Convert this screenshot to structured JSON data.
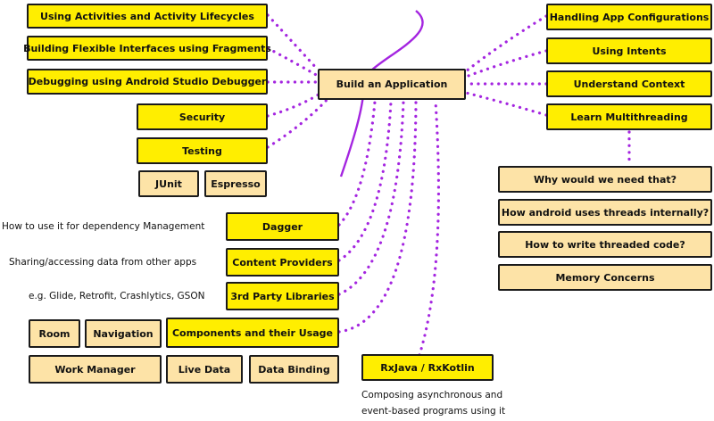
{
  "diagram": {
    "center": "Build an Application",
    "left_topics": {
      "activities": "Using Activities and Activity Lifecycles",
      "fragments": "Building Flexible Interfaces using Fragments",
      "debugging": "Debugging using Android Studio Debugger",
      "security": "Security",
      "testing": "Testing",
      "junit": "JUnit",
      "espresso": "Espresso"
    },
    "right_topics": {
      "configurations": "Handling App Configurations",
      "intents": "Using Intents",
      "context": "Understand Context",
      "multithreading": "Learn Multithreading"
    },
    "multithreading_subtopics": [
      "Why would we need that?",
      "How android uses threads internally?",
      "How to write threaded code?",
      "Memory Concerns"
    ],
    "libraries": {
      "dagger": "Dagger",
      "dagger_note": "How to use it for dependency Management",
      "content_providers": "Content Providers",
      "content_providers_note": "Sharing/accessing data from other apps",
      "third_party": "3rd Party Libraries",
      "third_party_note": "e.g. Glide, Retrofit, Crashlytics, GSON"
    },
    "components": {
      "label": "Components and their Usage",
      "room": "Room",
      "navigation": "Navigation",
      "work_manager": "Work Manager",
      "live_data": "Live Data",
      "data_binding": "Data Binding"
    },
    "rx": {
      "label": "RxJava / RxKotlin",
      "note_line1": "Composing asynchronous and",
      "note_line2": "event-based programs using it"
    }
  },
  "colors": {
    "primary_box": "#ffee00",
    "secondary_box": "#fde3a7",
    "connector": "#a425e0",
    "border": "#1a1a1a"
  }
}
